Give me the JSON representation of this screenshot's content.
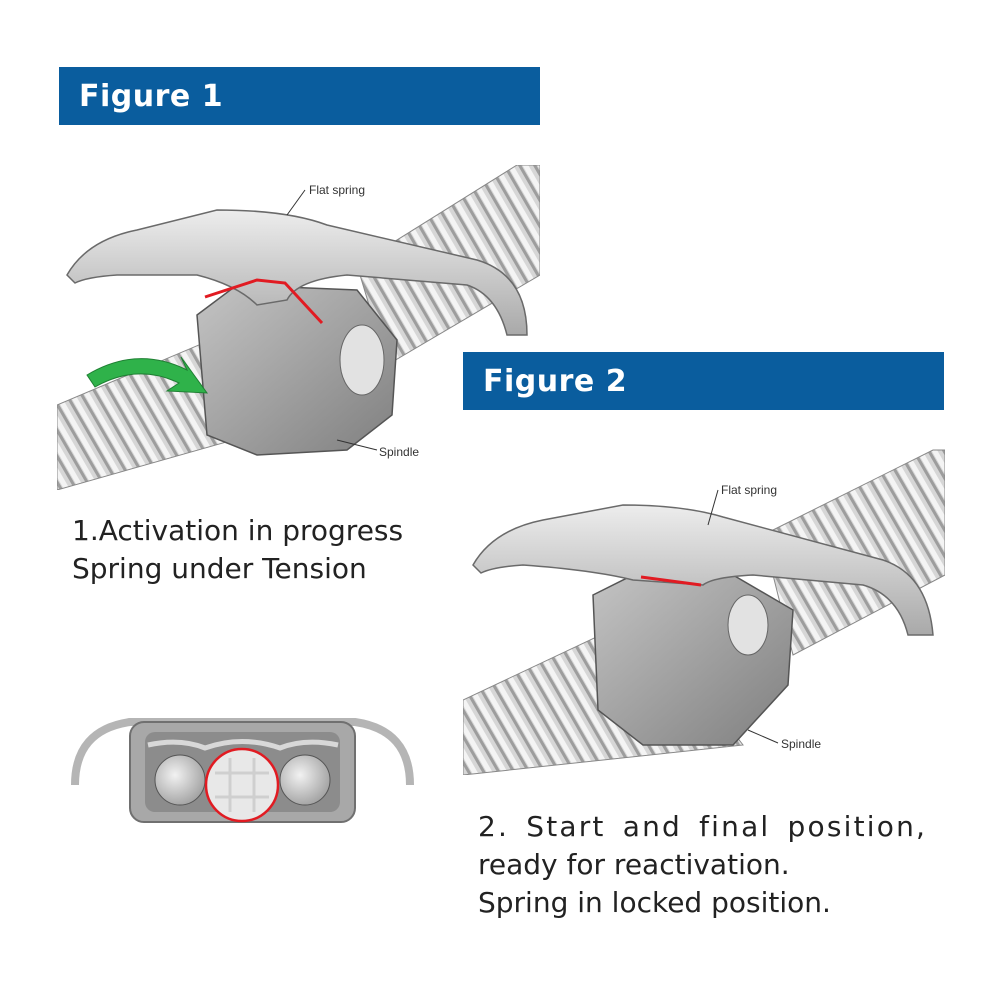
{
  "colors": {
    "banner": "#0a5d9e",
    "banner_text": "#ffffff",
    "highlight_red": "#e11b22",
    "arrow_green": "#2fb24a",
    "metal": "#c9c9c9"
  },
  "figure1": {
    "banner_label": "Figure 1",
    "callout_spring": "Flat spring",
    "callout_spindle": "Spindle",
    "caption_line1": "1.Activation in progress",
    "caption_line2": "Spring under Tension"
  },
  "figure2": {
    "banner_label": "Figure 2",
    "callout_spring": "Flat spring",
    "callout_spindle": "Spindle",
    "caption_line1": "2. Start and final position,",
    "caption_line2": "ready for reactivation.",
    "caption_line3": "Spring in locked position."
  }
}
